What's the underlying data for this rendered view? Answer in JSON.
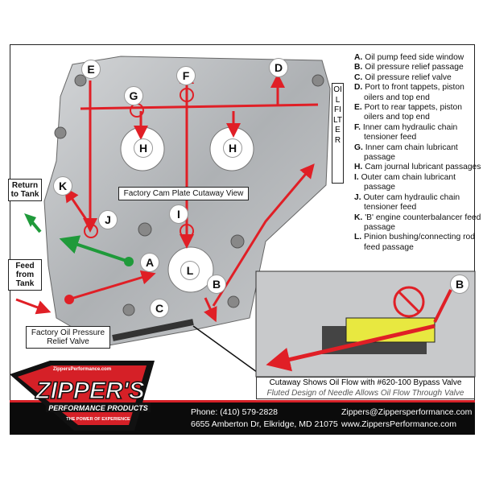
{
  "oil_filter_label": "OIL FILTER",
  "legend": [
    {
      "key": "A.",
      "text": "Oil pump feed side window"
    },
    {
      "key": "B.",
      "text": "Oil pressure relief passage"
    },
    {
      "key": "C.",
      "text": "Oil pressure relief valve"
    },
    {
      "key": "D.",
      "text": "Port to front tappets, piston oilers and top end"
    },
    {
      "key": "E.",
      "text": "Port to rear tappets, piston oilers and top end"
    },
    {
      "key": "F.",
      "text": "Inner cam hydraulic chain tensioner feed"
    },
    {
      "key": "G.",
      "text": "Inner cam chain lubricant passage"
    },
    {
      "key": "H.",
      "text": "Cam journal lubricant passages"
    },
    {
      "key": "I.",
      "text": "Outer cam chain lubricant passage"
    },
    {
      "key": "J.",
      "text": "Outer cam hydraulic chain tensioner feed"
    },
    {
      "key": "K.",
      "text": "'B' engine counterbalancer feed passage"
    },
    {
      "key": "L.",
      "text": "Pinion bushing/connecting rod feed passage"
    }
  ],
  "markers": {
    "E": "E",
    "F": "F",
    "D": "D",
    "G": "G",
    "H": "H",
    "K": "K",
    "J": "J",
    "I": "I",
    "A": "A",
    "L": "L",
    "B": "B",
    "C": "C"
  },
  "callouts": {
    "return_to_tank": "Return to Tank",
    "feed_from_tank": "Feed from Tank",
    "cam_plate_view": "Factory Cam Plate Cutaway View",
    "relief_valve": "Factory Oil Pressure Relief Valve"
  },
  "inset": {
    "caption": "Cutaway Shows Oil Flow with #620-100 Bypass Valve",
    "subcaption": "Fluted Design of Needle Allows Oil Flow Through Valve"
  },
  "logo": {
    "site": "ZippersPerformance.com",
    "name": "ZIPPER'S",
    "sub": "PERFORMANCE PRODUCTS",
    "tagline": "THE POWER OF EXPERIENCE"
  },
  "contact": {
    "phone": "Phone: (410) 579-2828",
    "address": "6655 Amberton Dr, Elkridge, MD 21075",
    "email": "Zippers@Zippersperformance.com",
    "web": "www.ZippersPerformance.com"
  },
  "colors": {
    "arrow": "#e01f26",
    "green": "#1f9a3a",
    "metal": "#b9bcbf",
    "footer": "#0b0b0b"
  }
}
